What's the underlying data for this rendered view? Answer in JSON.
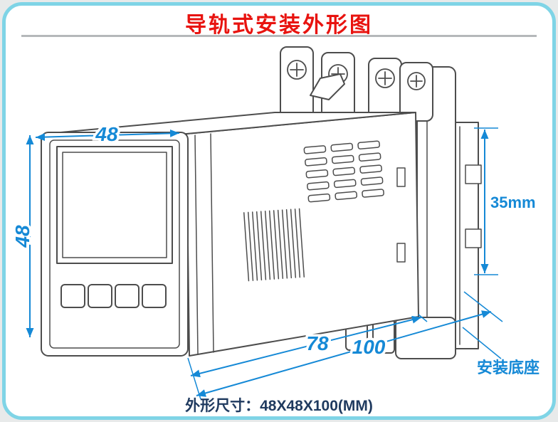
{
  "title": "导轨式安装外形图",
  "caption": "外形尺寸：48X48X100(MM)",
  "dimensions": {
    "panel_width": "48",
    "panel_height": "48",
    "body_depth": "78",
    "total_depth": "100",
    "rail_height": "35mm",
    "mount_base": "安装底座"
  },
  "colors": {
    "border": "#7fd4e6",
    "title": "#e8130f",
    "dimension": "#1589d6",
    "outline": "#4d4d4d",
    "caption": "#1f3a5f",
    "background": "#ffffff"
  }
}
